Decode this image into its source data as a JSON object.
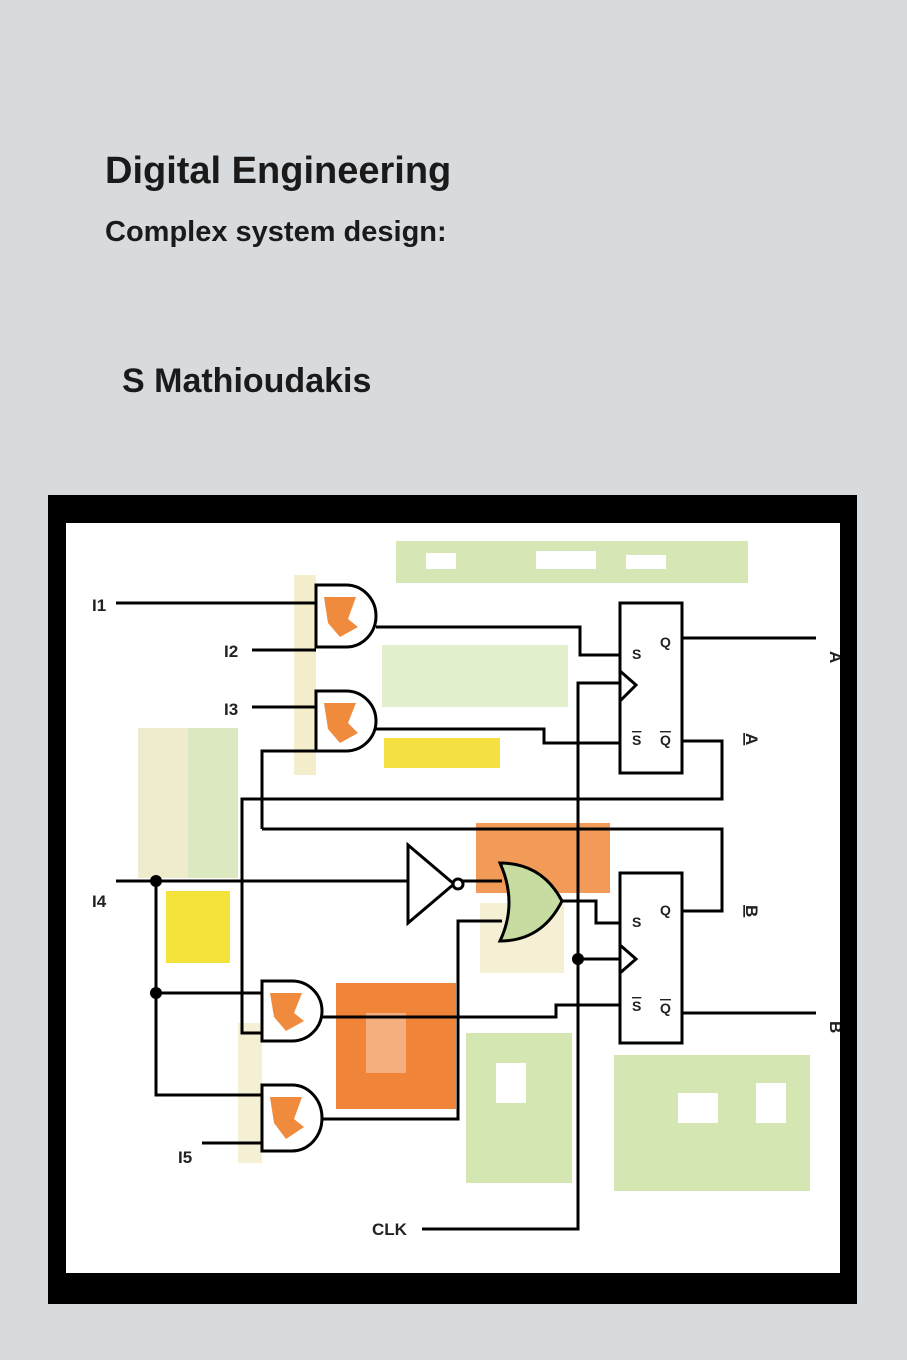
{
  "cover": {
    "title": "Digital Engineering",
    "subtitle": "Complex system design:",
    "author": "S Mathioudakis"
  },
  "diagram": {
    "inputs": {
      "i1": "I1",
      "i2": "I2",
      "i3": "I3",
      "i4": "I4",
      "i5": "I5",
      "clk": "CLK"
    },
    "outputs": {
      "a": "A",
      "a_bar": "A",
      "b_bar": "B",
      "b": "B"
    },
    "flipflop_pins": {
      "s": "S",
      "q": "Q"
    },
    "colors": {
      "wire": "#000000",
      "gate_fill_orange": "#f08a3c",
      "gate_fill_green": "#c6dca0",
      "blotch_green": "#cfe3a8",
      "blotch_orange": "#f0853a",
      "blotch_yellow": "#f5e23a",
      "blotch_cream": "#f3ecc8"
    }
  }
}
